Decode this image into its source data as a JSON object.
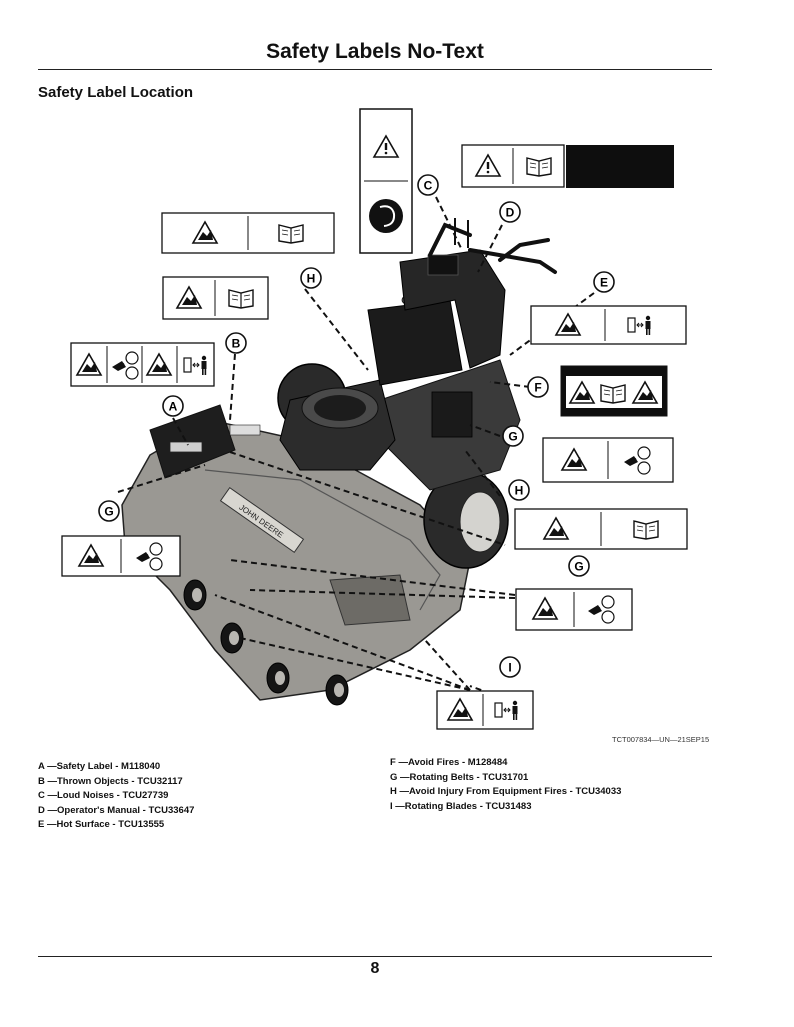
{
  "page": {
    "title": "Safety Labels No-Text",
    "section_title": "Safety Label Location",
    "page_number": "8"
  },
  "figure": {
    "code": "TCT007834—UN—21SEP15",
    "brand_text": "JOHN DEERE",
    "callouts": [
      "C",
      "D",
      "H",
      "E",
      "B",
      "F",
      "A",
      "G",
      "H",
      "G",
      "G",
      "I"
    ]
  },
  "legend": {
    "left": [
      {
        "letter": "A",
        "sep": "—",
        "text": "Safety Label - M118040"
      },
      {
        "letter": "B",
        "sep": "—",
        "text": "Thrown Objects - TCU32117"
      },
      {
        "letter": "C",
        "sep": "—",
        "text": "Loud Noises - TCU27739"
      },
      {
        "letter": "D",
        "sep": "—",
        "text": "Operator's Manual - TCU33647"
      },
      {
        "letter": "E",
        "sep": "—",
        "text": "Hot Surface - TCU13555"
      }
    ],
    "right": [
      {
        "letter": "F",
        "sep": "—",
        "text": "Avoid Fires - M128484"
      },
      {
        "letter": "G",
        "sep": "—",
        "text": "Rotating Belts - TCU31701"
      },
      {
        "letter": "H",
        "sep": "—",
        "text": "Avoid Injury From Equipment Fires - TCU34033"
      },
      {
        "letter": "I",
        "sep": " —",
        "text": "Rotating Blades - TCU31483"
      }
    ]
  },
  "colors": {
    "ink": "#111111",
    "deck": "#9a9893",
    "label_black": "#0e0e0e"
  }
}
